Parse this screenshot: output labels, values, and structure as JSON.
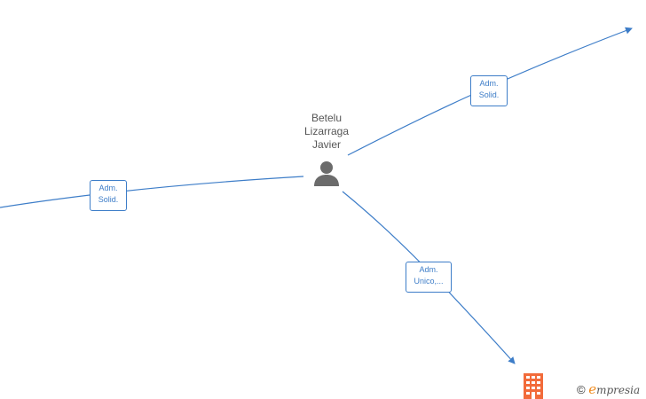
{
  "colors": {
    "edge": "#3d7dc8",
    "person_icon": "#6b6b6b",
    "company_icon": "#f26b3a",
    "brand": "#f08a1c"
  },
  "person": {
    "name_lines": [
      "Betelu",
      "Lizarraga",
      "Javier"
    ],
    "icon": "person-icon"
  },
  "edges": [
    {
      "id": "top-right",
      "label_lines": [
        "Adm.",
        "Solid."
      ]
    },
    {
      "id": "left",
      "label_lines": [
        "Adm.",
        "Solid."
      ]
    },
    {
      "id": "bottom",
      "label_lines": [
        "Adm.",
        "Unico,..."
      ]
    }
  ],
  "company": {
    "icon": "building-icon"
  },
  "footer": {
    "copyright_symbol": "©",
    "brand_initial": "e",
    "brand_rest": "mpresia"
  }
}
